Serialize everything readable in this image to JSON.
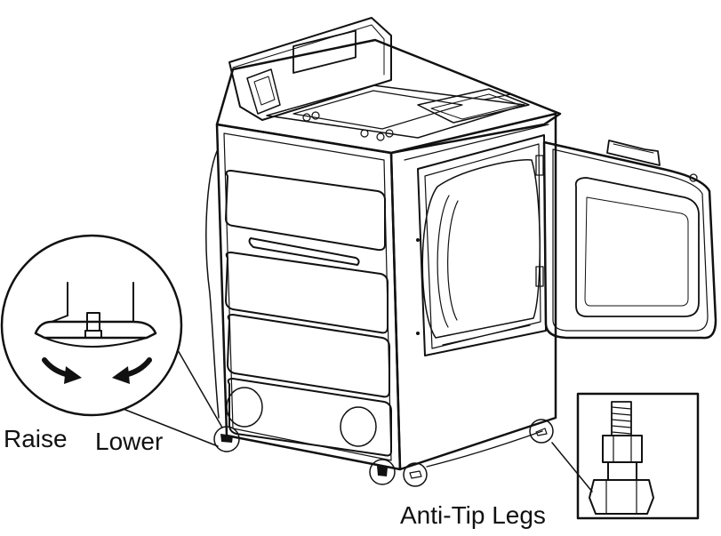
{
  "labels": {
    "raise": "Raise",
    "lower": "Lower",
    "anti_tip_legs": "Anti-Tip Legs"
  },
  "colors": {
    "line": "#111111",
    "background": "#ffffff"
  }
}
